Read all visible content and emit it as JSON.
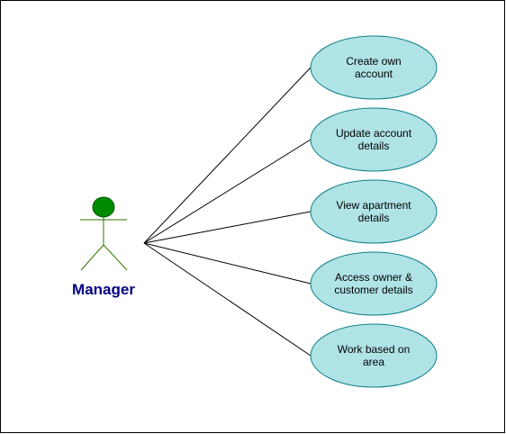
{
  "diagram": {
    "actor": {
      "label": "Manager",
      "label_color": "#000080",
      "figure_color": "#008a00"
    },
    "use_cases": [
      {
        "id": "create-own-account",
        "lines": [
          "Create own",
          "account"
        ]
      },
      {
        "id": "update-account-details",
        "lines": [
          "Update account",
          "details"
        ]
      },
      {
        "id": "view-apartment-details",
        "lines": [
          "View apartment",
          "details"
        ]
      },
      {
        "id": "access-owner-customer-details",
        "lines": [
          "Access owner &",
          "customer details"
        ]
      },
      {
        "id": "work-based-on-area",
        "lines": [
          "Work based on",
          "area"
        ]
      }
    ],
    "colors": {
      "use_case_fill": "#b0e3e6",
      "use_case_stroke": "#0e8088",
      "connector": "#000000"
    }
  }
}
